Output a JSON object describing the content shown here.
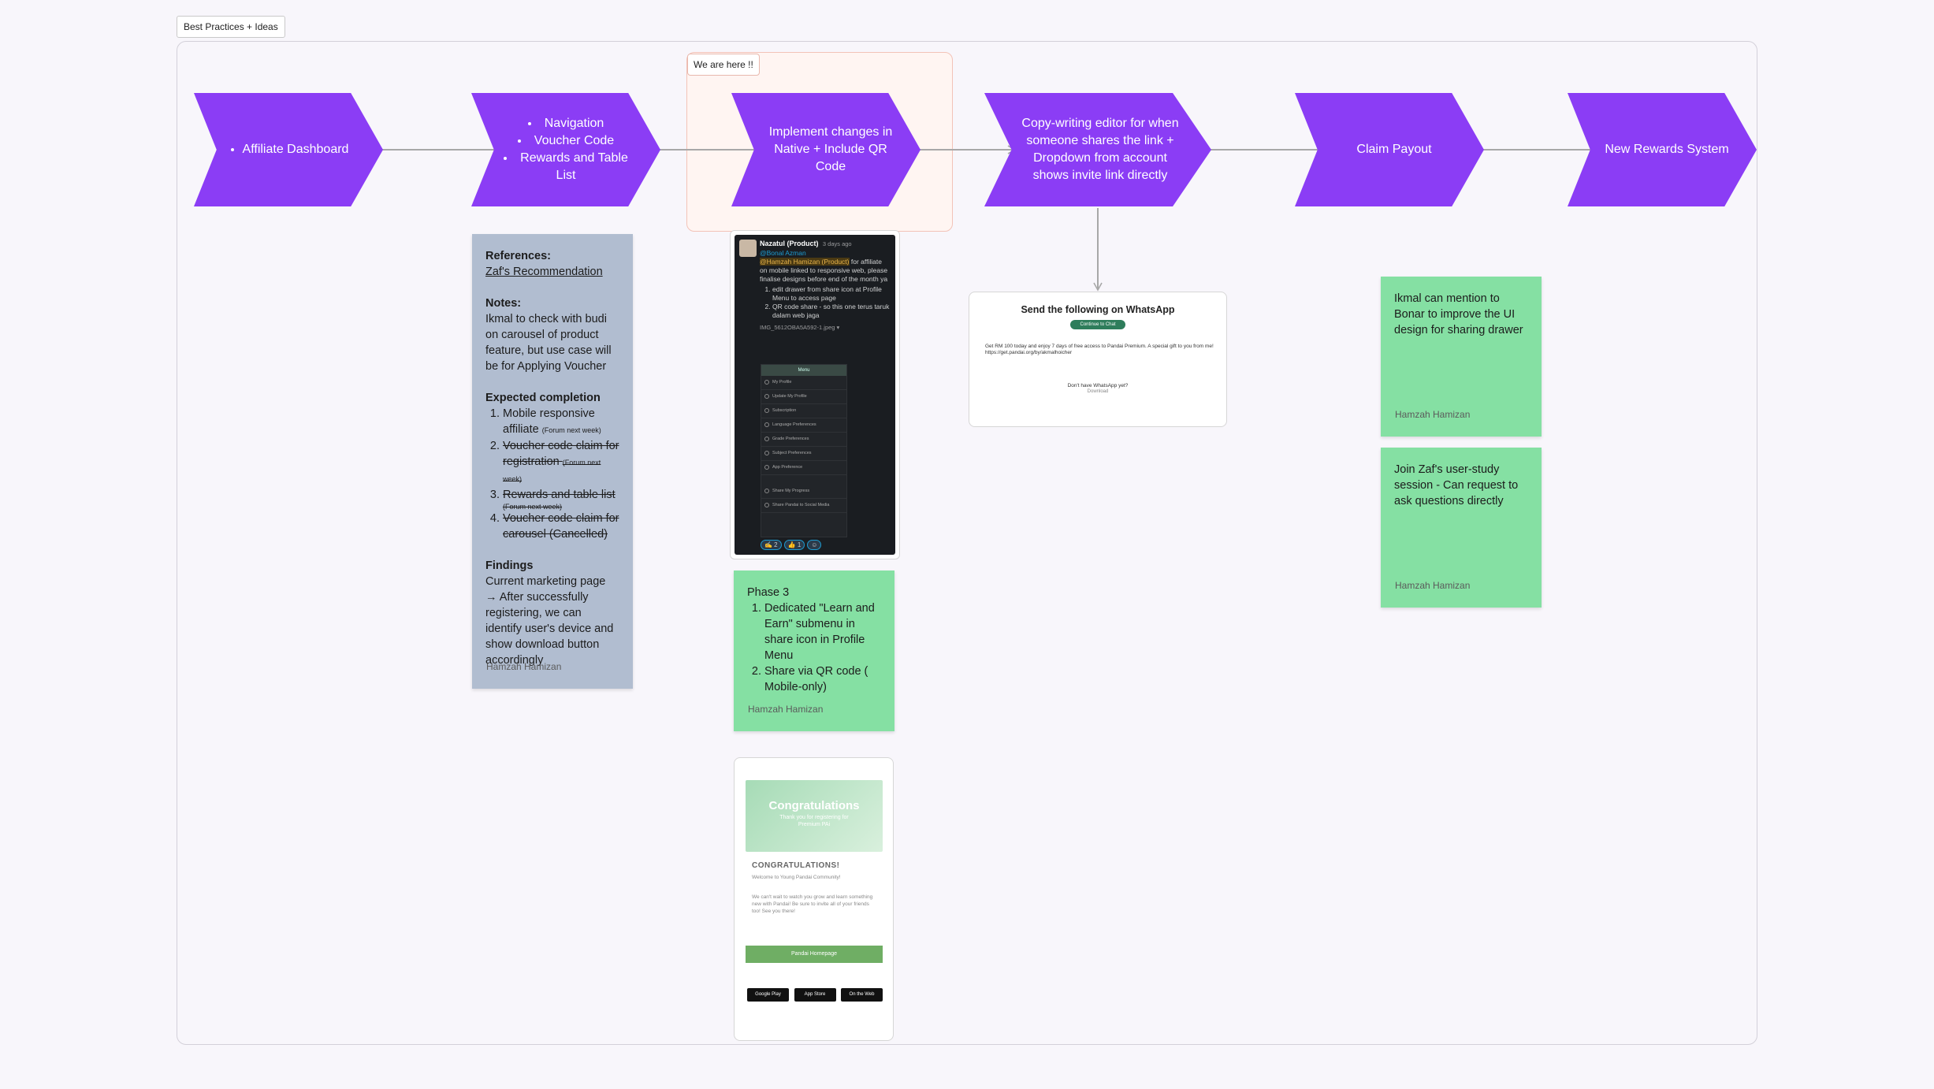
{
  "section_label": "Best Practices + Ideas",
  "we_are_here": "We are here !!",
  "flow": {
    "step1": "Affiliate Dashboard",
    "step2": [
      "Navigation",
      "Voucher Code",
      "Rewards and Table List"
    ],
    "step3": "Implement changes in Native + Include QR Code",
    "step4": "Copy-writing editor for when someone shares the link + Dropdown from account shows invite link directly",
    "step5": "Claim Payout",
    "step6": "New Rewards System"
  },
  "notes": {
    "references": {
      "references_heading": "References:",
      "references_link": "Zaf's Recommendation",
      "notes_heading": "Notes:",
      "notes_text": "Ikmal to check with budi on carousel of product feature, but use case will be for Applying Voucher",
      "expected_heading": "Expected completion",
      "item1": "Mobile responsive affiliate",
      "item1_small": "(Forum next week)",
      "item2": "Voucher code claim for registration",
      "item2_small": "(Forum next week)",
      "item3": "Rewards and table list",
      "item3_small": "(Forum next week)",
      "item4": "Voucher code claim for carousel (Cancelled)",
      "findings_heading": "Findings",
      "findings_text": "Current marketing page → After successfully registering, we can identify user's device and show download button accordingly",
      "author": "Hamzah Hamizan"
    },
    "phase3": {
      "heading": "Phase 3",
      "item1": "Dedicated \"Learn and Earn\" submenu in share icon in Profile Menu",
      "item2": "Share via QR code ( Mobile-only)",
      "author": "Hamzah Hamizan"
    },
    "ikmal": {
      "text": "Ikmal can mention to Bonar to improve the UI design for sharing drawer",
      "author": "Hamzah Hamizan"
    },
    "zaf": {
      "text": "Join Zaf's user-study session - Can request to ask questions directly",
      "author": "Hamzah Hamizan"
    }
  },
  "slack": {
    "name": "Nazatul (Product)",
    "time": "3 days ago",
    "mention1": "@Bonal Azman",
    "mention2": "@Hamzah Hamizan (Product)",
    "message": "for affiliate on mobile linked to responsive web, please finalise designs before end of the month ya",
    "item1": "edit drawer from share icon at Profile Menu to access page",
    "item2": "QR code share - so this one terus taruk dalam web jaga",
    "file": "IMG_5612OBA5A592-1.jpeg ▾",
    "phone_title": "Menu",
    "phone_rows": [
      "My Profile",
      "Update My Profile",
      "Subscription",
      "Language Preferences",
      "Grade Preferences",
      "Subject Preferences",
      "App Preference",
      "Share My Progress",
      "Share Pandai to Social Media"
    ],
    "reacts": [
      "✍ 2",
      "👍 1",
      "☺"
    ]
  },
  "whatsapp": {
    "title": "Send the following on WhatsApp",
    "button": "Continue to Chat",
    "text": "Get RM 100 today and enjoy 7 days of free access to Pandai Premium. A special gift to you from me! https://get.pandai.org/by/akmalhoicher",
    "dont_have": "Don't have WhatsApp yet?",
    "download": "Download"
  },
  "congrats": {
    "banner_title": "Congratulations",
    "banner_sub": "Thank you for registering for Premium PAi",
    "heading": "CONGRATULATIONS!",
    "welcome": "Welcome to Young Pandai Community!",
    "message": "We can't wait to watch you grow and learn something new with Pandai! Be sure to invite all of your friends too! See you there!",
    "button": "Pandai Homepage",
    "stores": [
      "Google Play",
      "App Store",
      "On the Web"
    ]
  },
  "colors": {
    "chevron": "#8b3df5",
    "sticky_blue": "#b1bdd0",
    "sticky_green": "#85e0a3",
    "connector": "#a8a8a8"
  }
}
